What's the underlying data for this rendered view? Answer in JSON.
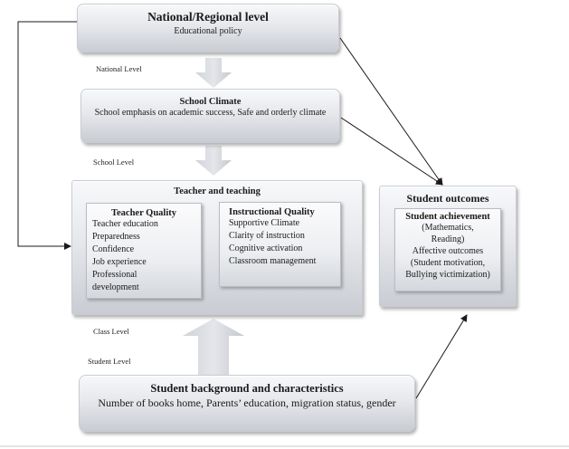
{
  "national": {
    "title": "National/Regional level",
    "text": "Educational  policy"
  },
  "levels": {
    "national": "National Level",
    "school": "School Level",
    "class": "Class Level",
    "student": "Student Level"
  },
  "school_climate": {
    "title": "School Climate",
    "text": "School emphasis on academic success, Safe and orderly climate"
  },
  "teacher_teaching": {
    "title": "Teacher and teaching",
    "teacher_quality": {
      "title": "Teacher Quality",
      "items": [
        "Teacher education",
        "Preparedness",
        "Confidence",
        "Job experience",
        "Professional development"
      ]
    },
    "instructional_quality": {
      "title": "Instructional Quality",
      "items": [
        "Supportive Climate",
        "Clarity of instruction",
        "Cognitive activation",
        "Classroom management"
      ]
    }
  },
  "student_outcomes": {
    "title": "Student outcomes",
    "achievement_title": "Student achievement",
    "achievement_text": "(Mathematics, Reading)",
    "affective_title": "Affective outcomes",
    "affective_text": "(Student motivation, Bullying victimization)"
  },
  "student_background": {
    "title": "Student background and characteristics",
    "text": "Number of books home, Parents’ education, migration status, gender"
  },
  "colors": {
    "box_top": "#f7f8fa",
    "box_bottom": "#c9ccd2",
    "block_arrow": "#d6d8dd",
    "line": "#1a1a1a"
  }
}
